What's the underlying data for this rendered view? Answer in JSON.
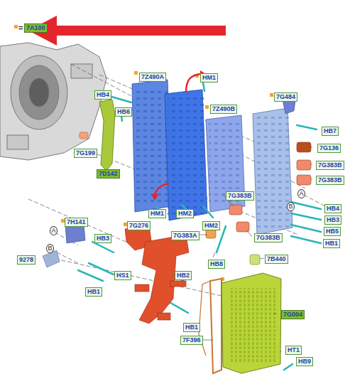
{
  "diagram": {
    "labels": [
      "=",
      "7A100",
      "7Z490A",
      "HM1",
      "HB4",
      "7Z490B",
      "7G484",
      "HB6",
      "HB7",
      "7G136",
      "7G199",
      "7G383B",
      "7G383B",
      "7D142",
      "A",
      "7G383B",
      "HB4",
      "B",
      "HM1",
      "HM2",
      "HB3",
      "7H141",
      "7G276",
      "HB5",
      "HM2",
      "A",
      "7G383A",
      "7G383B",
      "HB3",
      "HB1",
      "B",
      "9278",
      "7B440",
      "HS1",
      "HB2",
      "HB8",
      "HB1",
      "7G004",
      "HB1",
      "7F396",
      "HT1",
      "HB9"
    ]
  }
}
